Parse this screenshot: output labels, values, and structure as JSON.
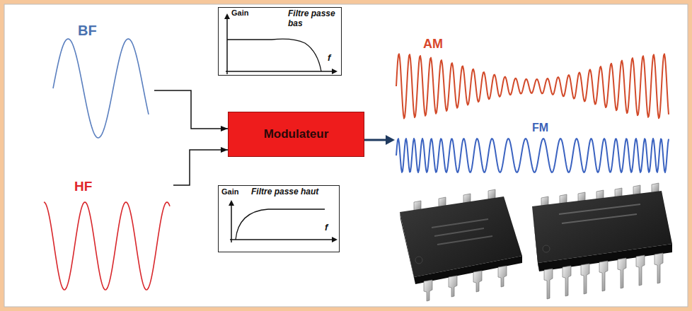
{
  "diagram": {
    "nodes": [
      {
        "text": [
          "BF"
        ]
      },
      {
        "text": [
          "Gain",
          "Filtre passe bas",
          "f"
        ]
      },
      {
        "text": [
          "Modulateur"
        ]
      },
      {
        "text": [
          "AM"
        ]
      },
      {
        "text": [
          "FM"
        ]
      },
      {
        "text": [
          "HF"
        ]
      },
      {
        "text": [
          "Gain",
          "Filtre passe haut",
          "f"
        ]
      }
    ],
    "edges": [
      {
        "from": 0,
        "to": 2,
        "arrow": "to"
      },
      {
        "from": 5,
        "to": 2,
        "arrow": "to"
      }
    ]
  }
}
